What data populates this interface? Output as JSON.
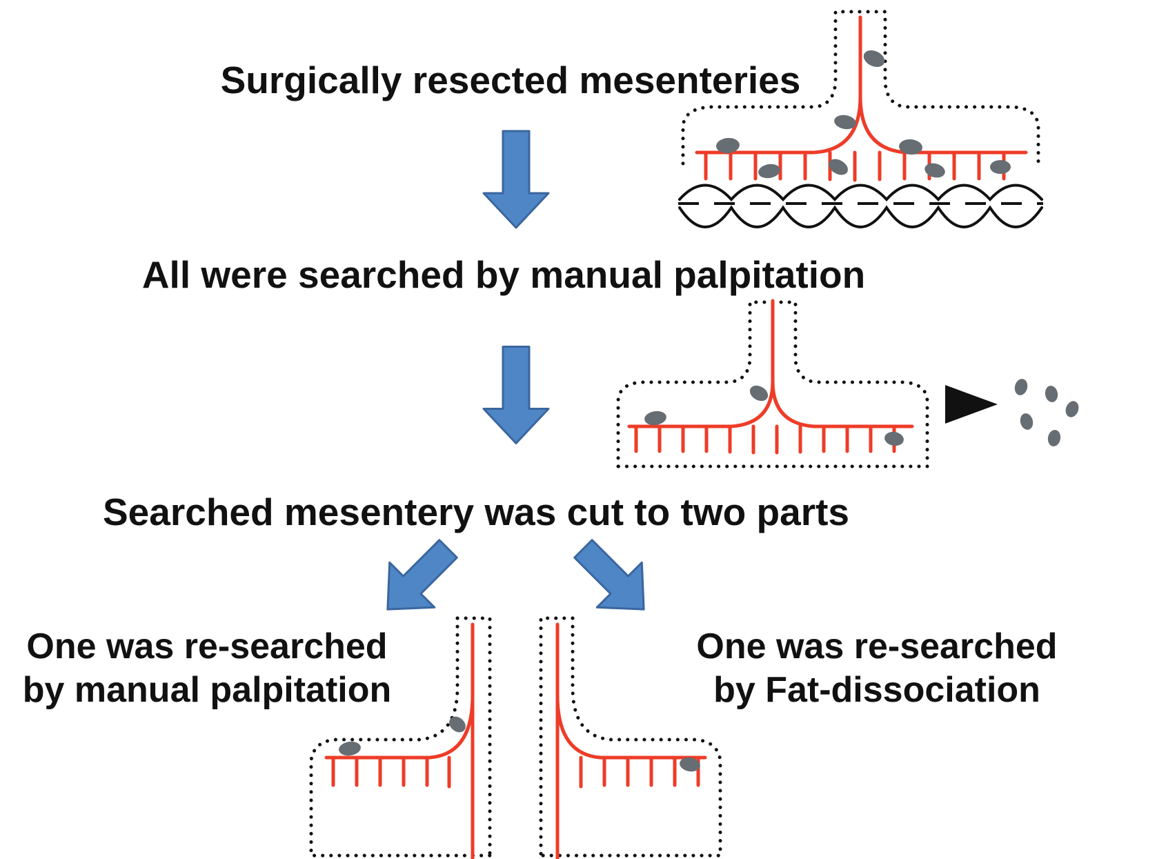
{
  "figure": {
    "step1": "Surgically resected mesenteries",
    "step2": "All were searched by manual palpitation",
    "step3": "Searched mesentery was cut to two parts",
    "branch_left": {
      "line1": "One was re-searched",
      "line2": "by manual palpitation"
    },
    "branch_right": {
      "line1": "One was re-searched",
      "line2": "by Fat-dissociation"
    }
  },
  "colors": {
    "ink": "#111111",
    "vessel": "#ee3c28",
    "node": "#666d73",
    "arrow_fill": "#4f86c6",
    "arrow_stroke": "#3a669e"
  },
  "icons": {
    "down_arrow": "down-arrow-icon",
    "down_left_arrow": "down-left-arrow-icon",
    "down_right_arrow": "down-right-arrow-icon",
    "pointer": "right-triangle-pointer-icon",
    "lymph_node": "lymph-node-icon"
  }
}
